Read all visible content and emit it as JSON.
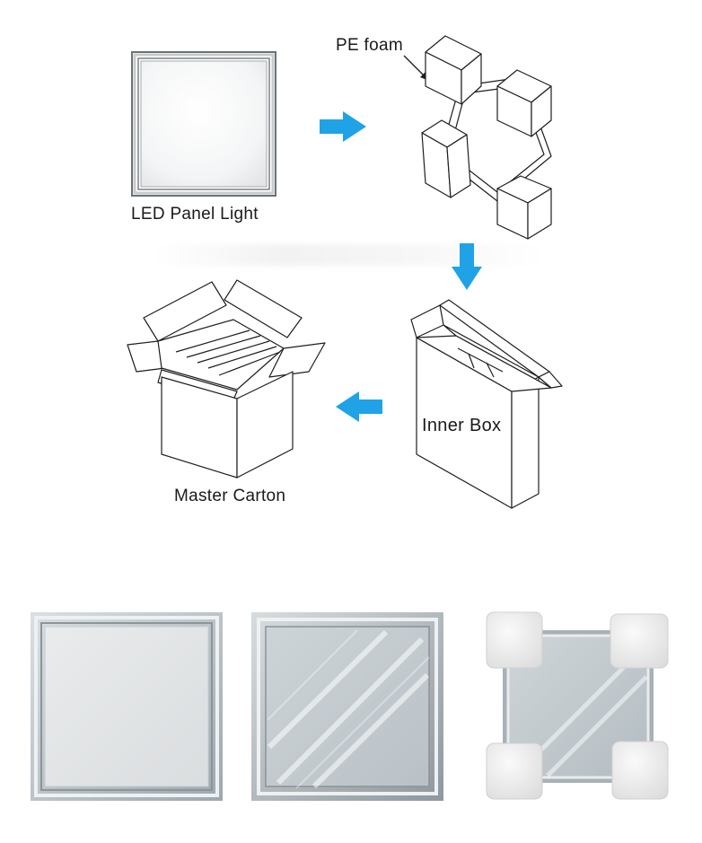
{
  "labels": {
    "pe_foam": "PE foam",
    "led_panel": "LED Panel Light",
    "inner_box": "Inner Box",
    "master_carton": "Master Carton"
  },
  "colors": {
    "arrow": "#1fa3e6",
    "line": "#1e1e1e",
    "panel_frame": "#b9c0c4",
    "panel_face": "#f1f2f3",
    "foam": "#ececec"
  },
  "icons": [
    "right-arrow-icon",
    "down-arrow-icon",
    "left-arrow-icon"
  ]
}
